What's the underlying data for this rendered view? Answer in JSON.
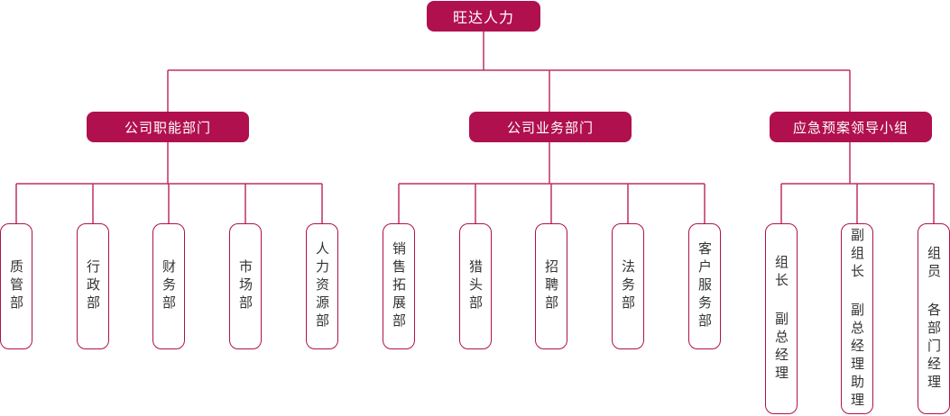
{
  "colors": {
    "accent": "#b0104e",
    "line": "#c0305e",
    "text_dark": "#333333",
    "text_light": "#ffffff"
  },
  "root": {
    "label": "旺达人力"
  },
  "groups": [
    {
      "label": "公司职能部门",
      "children": [
        "质管部",
        "行政部",
        "财务部",
        "市场部",
        "人力资源部"
      ]
    },
    {
      "label": "公司业务部门",
      "children": [
        "销售拓展部",
        "猎头部",
        "招聘部",
        "法务部",
        "客户服务部"
      ]
    },
    {
      "label": "应急预案领导小组",
      "children": [
        "组长 副总经理",
        "副组长 副总经理助理",
        "组员 各部门经理"
      ]
    }
  ]
}
